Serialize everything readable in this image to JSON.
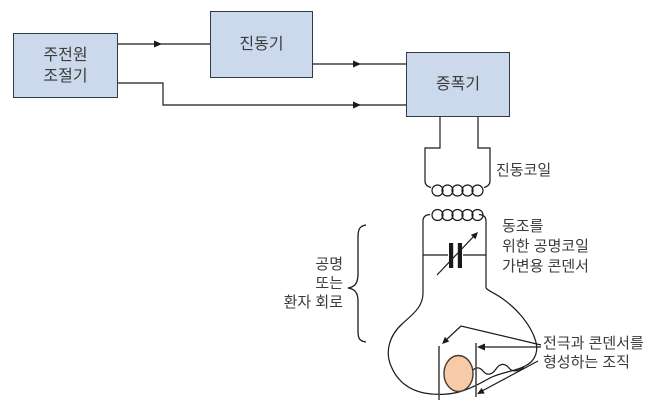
{
  "blocks": {
    "main_power": {
      "label": "주전원\n조절기"
    },
    "oscillator": {
      "label": "진동기"
    },
    "amplifier": {
      "label": "증폭기"
    }
  },
  "labels": {
    "oscillation_coil": "진동코일",
    "tuning_capacitor": "동조를\n위한 공명코일\n가변용 콘덴서",
    "resonance_circuit": "공명\n또는\n환자 회로",
    "tissue_electrodes": "전극과 콘덴서를\n형성하는 조직"
  },
  "colors": {
    "box_fill": "#ccd9ec",
    "box_border": "#2e3b48",
    "line": "#1a1a1a",
    "electrode_line": "#4a4a4a",
    "tissue_fill": "#f7cba8",
    "tissue_stroke": "#453a30",
    "text": "#3b3b3b",
    "background": "#ffffff"
  }
}
